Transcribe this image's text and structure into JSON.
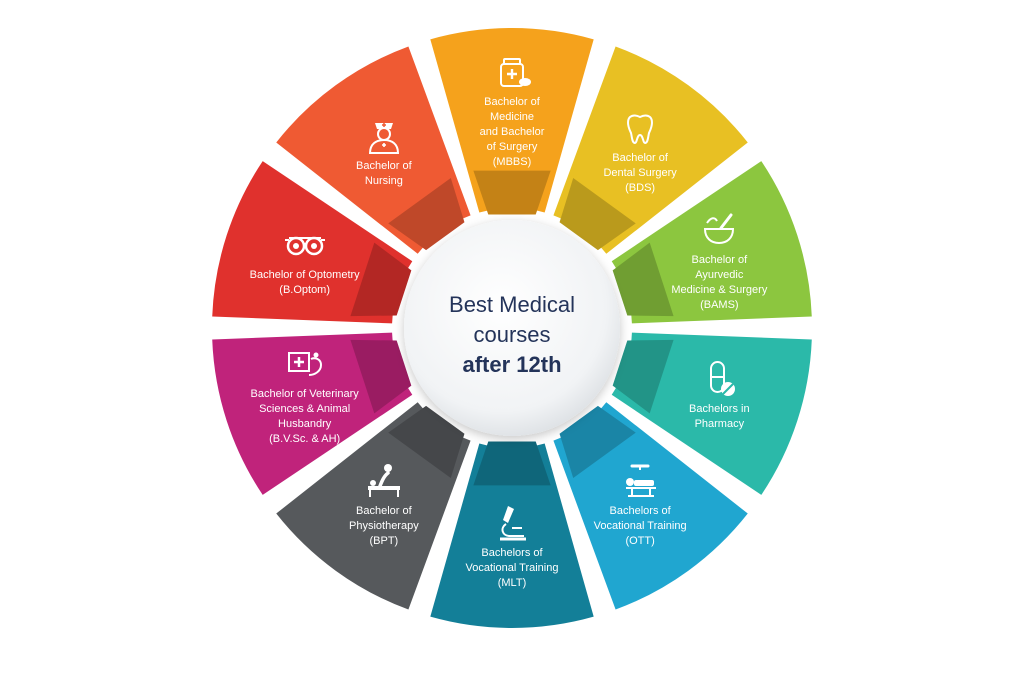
{
  "center": {
    "line1": "Best Medical",
    "line2": "courses",
    "line3": "after 12th"
  },
  "segments": [
    {
      "id": "mbbs",
      "color": "#f5a21c",
      "icon": "medicine-bottle-icon",
      "lines": [
        "Bachelor of",
        "Medicine",
        "and Bachelor",
        "of Surgery",
        "(MBBS)"
      ]
    },
    {
      "id": "bds",
      "color": "#e8c023",
      "icon": "tooth-icon",
      "lines": [
        "Bachelor of",
        "Dental Surgery",
        "(BDS)"
      ]
    },
    {
      "id": "bams",
      "color": "#8cc63f",
      "icon": "mortar-pestle-icon",
      "lines": [
        "Bachelor of",
        "Ayurvedic",
        "Medicine & Surgery",
        "(BAMS)"
      ]
    },
    {
      "id": "pharmacy",
      "color": "#2bb9a9",
      "icon": "capsule-icon",
      "lines": [
        "Bachelors in",
        "Pharmacy"
      ]
    },
    {
      "id": "ott",
      "color": "#20a6d0",
      "icon": "operating-table-icon",
      "lines": [
        "Bachelors of",
        "Vocational Training",
        "(OTT)"
      ]
    },
    {
      "id": "mlt",
      "color": "#137f98",
      "icon": "microscope-icon",
      "lines": [
        "Bachelors of",
        "Vocational Training",
        "(MLT)"
      ]
    },
    {
      "id": "bpt",
      "color": "#56595c",
      "icon": "physiotherapy-icon",
      "lines": [
        "Bachelor of",
        "Physiotherapy",
        "(BPT)"
      ]
    },
    {
      "id": "bvsc",
      "color": "#c0237b",
      "icon": "veterinary-icon",
      "lines": [
        "Bachelor of Veterinary",
        "Sciences & Animal",
        "Husbandry",
        "(B.V.Sc. & AH)"
      ]
    },
    {
      "id": "optometry",
      "color": "#e0312d",
      "icon": "eye-test-glasses-icon",
      "lines": [
        "Bachelor of Optometry",
        "(B.Optom)"
      ]
    },
    {
      "id": "nursing",
      "color": "#ef5a33",
      "icon": "nurse-icon",
      "lines": [
        "Bachelor of",
        "Nursing"
      ]
    }
  ]
}
